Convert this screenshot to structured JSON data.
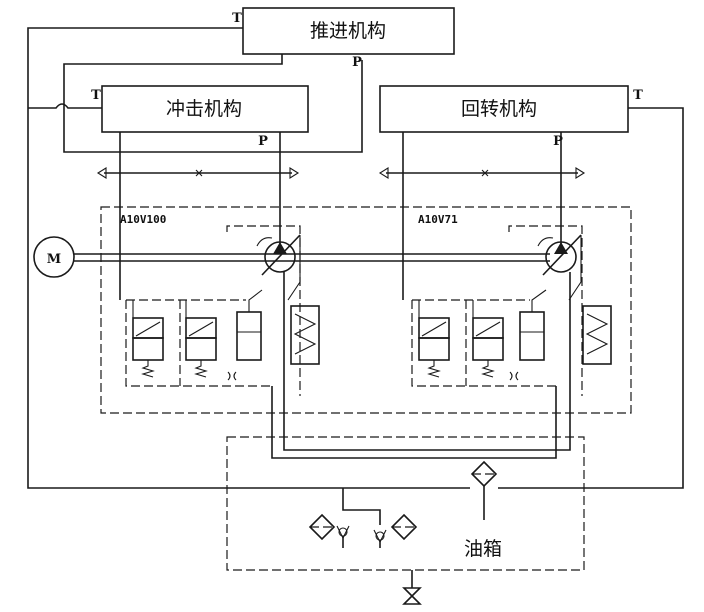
{
  "boxes": {
    "propulsion": "推进机构",
    "impact": "冲击机构",
    "rotation": "回转机构",
    "tank": "油箱"
  },
  "ports": {
    "t": "T",
    "p": "P"
  },
  "motor": "M",
  "pumps": {
    "left": "A10V100",
    "right": "A10V71"
  }
}
